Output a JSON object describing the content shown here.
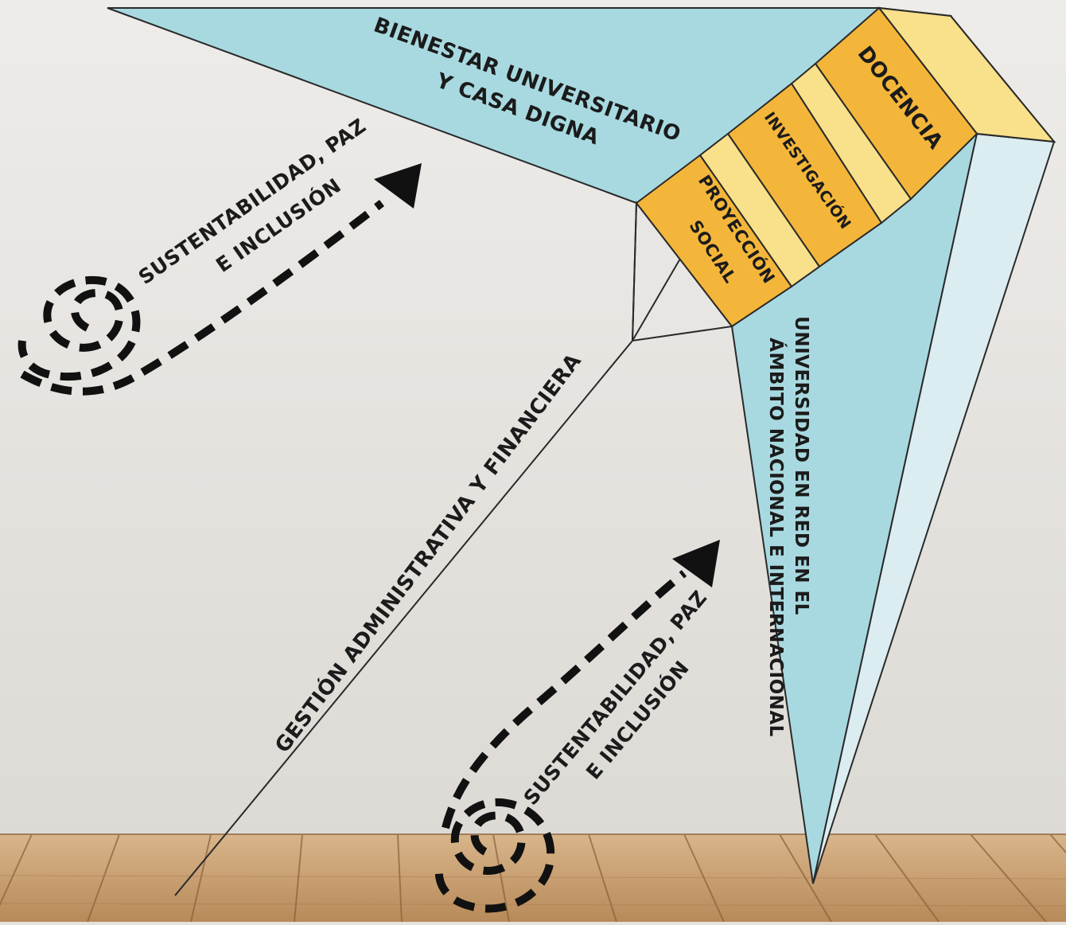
{
  "labels": {
    "bienestar_line1": "BIENESTAR UNIVERSITARIO",
    "bienestar_line2": "Y CASA DIGNA",
    "docencia": "DOCENCIA",
    "investigacion": "INVESTIGACIÓN",
    "proyeccion_line1": "PROYECCIÓN",
    "proyeccion_line2": "SOCIAL",
    "universidad_line1": "UNIVERSIDAD EN RED EN EL",
    "universidad_line2": "ÁMBITO NACIONAL E INTERNACIONAL",
    "gestion": "GESTIÓN ADMINISTRATIVA Y FINANCIERA",
    "sustentabilidad_top_line1": "SUSTENTABILIDAD, PAZ",
    "sustentabilidad_top_line2": "E INCLUSIÓN",
    "sustentabilidad_bottom_line1": "SUSTENTABILIDAD, PAZ",
    "sustentabilidad_bottom_line2": "E INCLUSIÓN"
  },
  "colors": {
    "wall": "#e4e2de",
    "floor": "#c9a47a",
    "wing_blue": "#a8d9e0",
    "wing_blue_light": "#dcefF3",
    "block_orange": "#f4b63a",
    "block_yellow": "#f9e08a",
    "outline": "#2a2a2a",
    "arrow": "#111111"
  }
}
